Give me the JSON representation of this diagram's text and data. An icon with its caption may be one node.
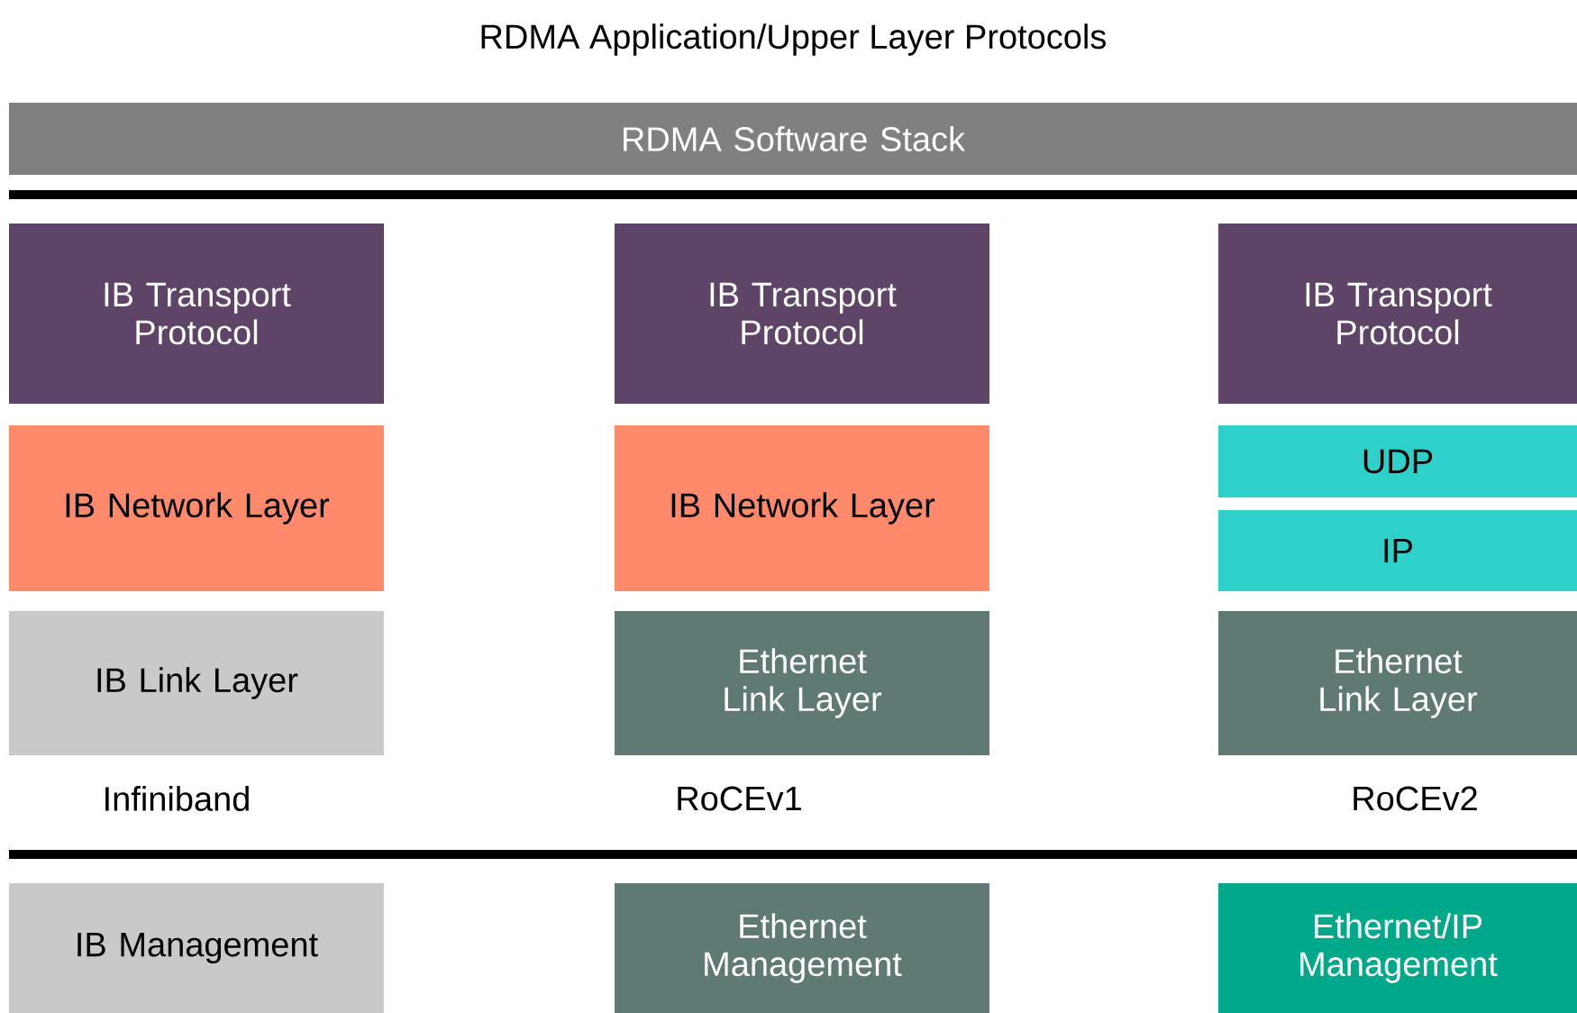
{
  "diagram": {
    "title": "RDMA Application/Upper Layer Protocols",
    "nodes": [
      {
        "text": [
          "RDMA Software Stack"
        ]
      },
      {
        "text": [
          "IB Transport Protocol"
        ]
      },
      {
        "text": [
          "IB Network Layer"
        ]
      },
      {
        "text": [
          "IB Link Layer"
        ]
      },
      {
        "text": [
          "IB Transport Protocol"
        ]
      },
      {
        "text": [
          "IB Network Layer"
        ]
      },
      {
        "text": [
          "Ethernet Link Layer"
        ]
      },
      {
        "text": [
          "IB Transport Protocol"
        ]
      },
      {
        "text": [
          "UDP"
        ]
      },
      {
        "text": [
          "IP"
        ]
      },
      {
        "text": [
          "Ethernet Link Layer"
        ]
      },
      {
        "text": [
          "IB Management"
        ]
      },
      {
        "text": [
          "Ethernet Management"
        ]
      },
      {
        "text": [
          "Ethernet/IP Management"
        ]
      }
    ],
    "labels": [
      "Infiniband",
      "RoCEv1",
      "RoCEv2"
    ]
  }
}
